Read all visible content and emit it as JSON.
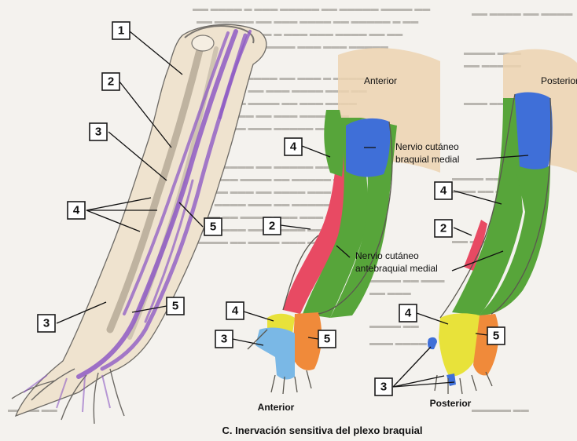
{
  "caption": "C. Inervación sensitiva del plexo braquial",
  "views": {
    "anterior_top": "Anterior",
    "posterior_top": "Posterior",
    "anterior_bottom": "Anterior",
    "posterior_bottom": "Posterior"
  },
  "nerve_labels": {
    "cutaneo_braquial_medial_l1": "Nervio cutáneo",
    "cutaneo_braquial_medial_l2": "braquial medial",
    "cutaneo_antebraquial_medial_l1": "Nervio cutáneo",
    "cutaneo_antebraquial_medial_l2": "antebraquial medial"
  },
  "numbers": {
    "n1": "1",
    "n2": "2",
    "n3": "3",
    "n4": "4",
    "n5": "5"
  },
  "colors": {
    "blue": "#3f6fd8",
    "green": "#57a53a",
    "red": "#e84a63",
    "yellow": "#e8e23a",
    "orange": "#f08a3a",
    "light_blue": "#7ab8e6",
    "purple": "#8e5bc4",
    "skin": "#ecd3b0"
  }
}
